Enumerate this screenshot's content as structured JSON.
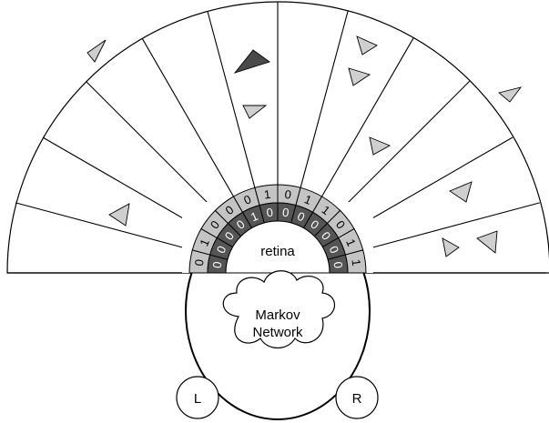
{
  "labels": {
    "retina": "retina",
    "network_line1": "Markov",
    "network_line2": "Network",
    "left_motor": "L",
    "right_motor": "R"
  },
  "retina_bits": {
    "outer_ring": [
      "0",
      "1",
      "0",
      "0",
      "0",
      "1",
      "0",
      "1",
      "1",
      "0",
      "1",
      "1"
    ],
    "inner_ring": [
      "0",
      "0",
      "0",
      "0",
      "1",
      "0",
      "0",
      "0",
      "0",
      "0",
      "0",
      "0"
    ]
  },
  "colors": {
    "outer_ring": "#c4c4c4",
    "inner_ring": "#555555",
    "agent": "#ffffff",
    "prey_light": "#cfcfcf",
    "prey_dark": "#4a4a4a",
    "stroke": "#000000"
  }
}
